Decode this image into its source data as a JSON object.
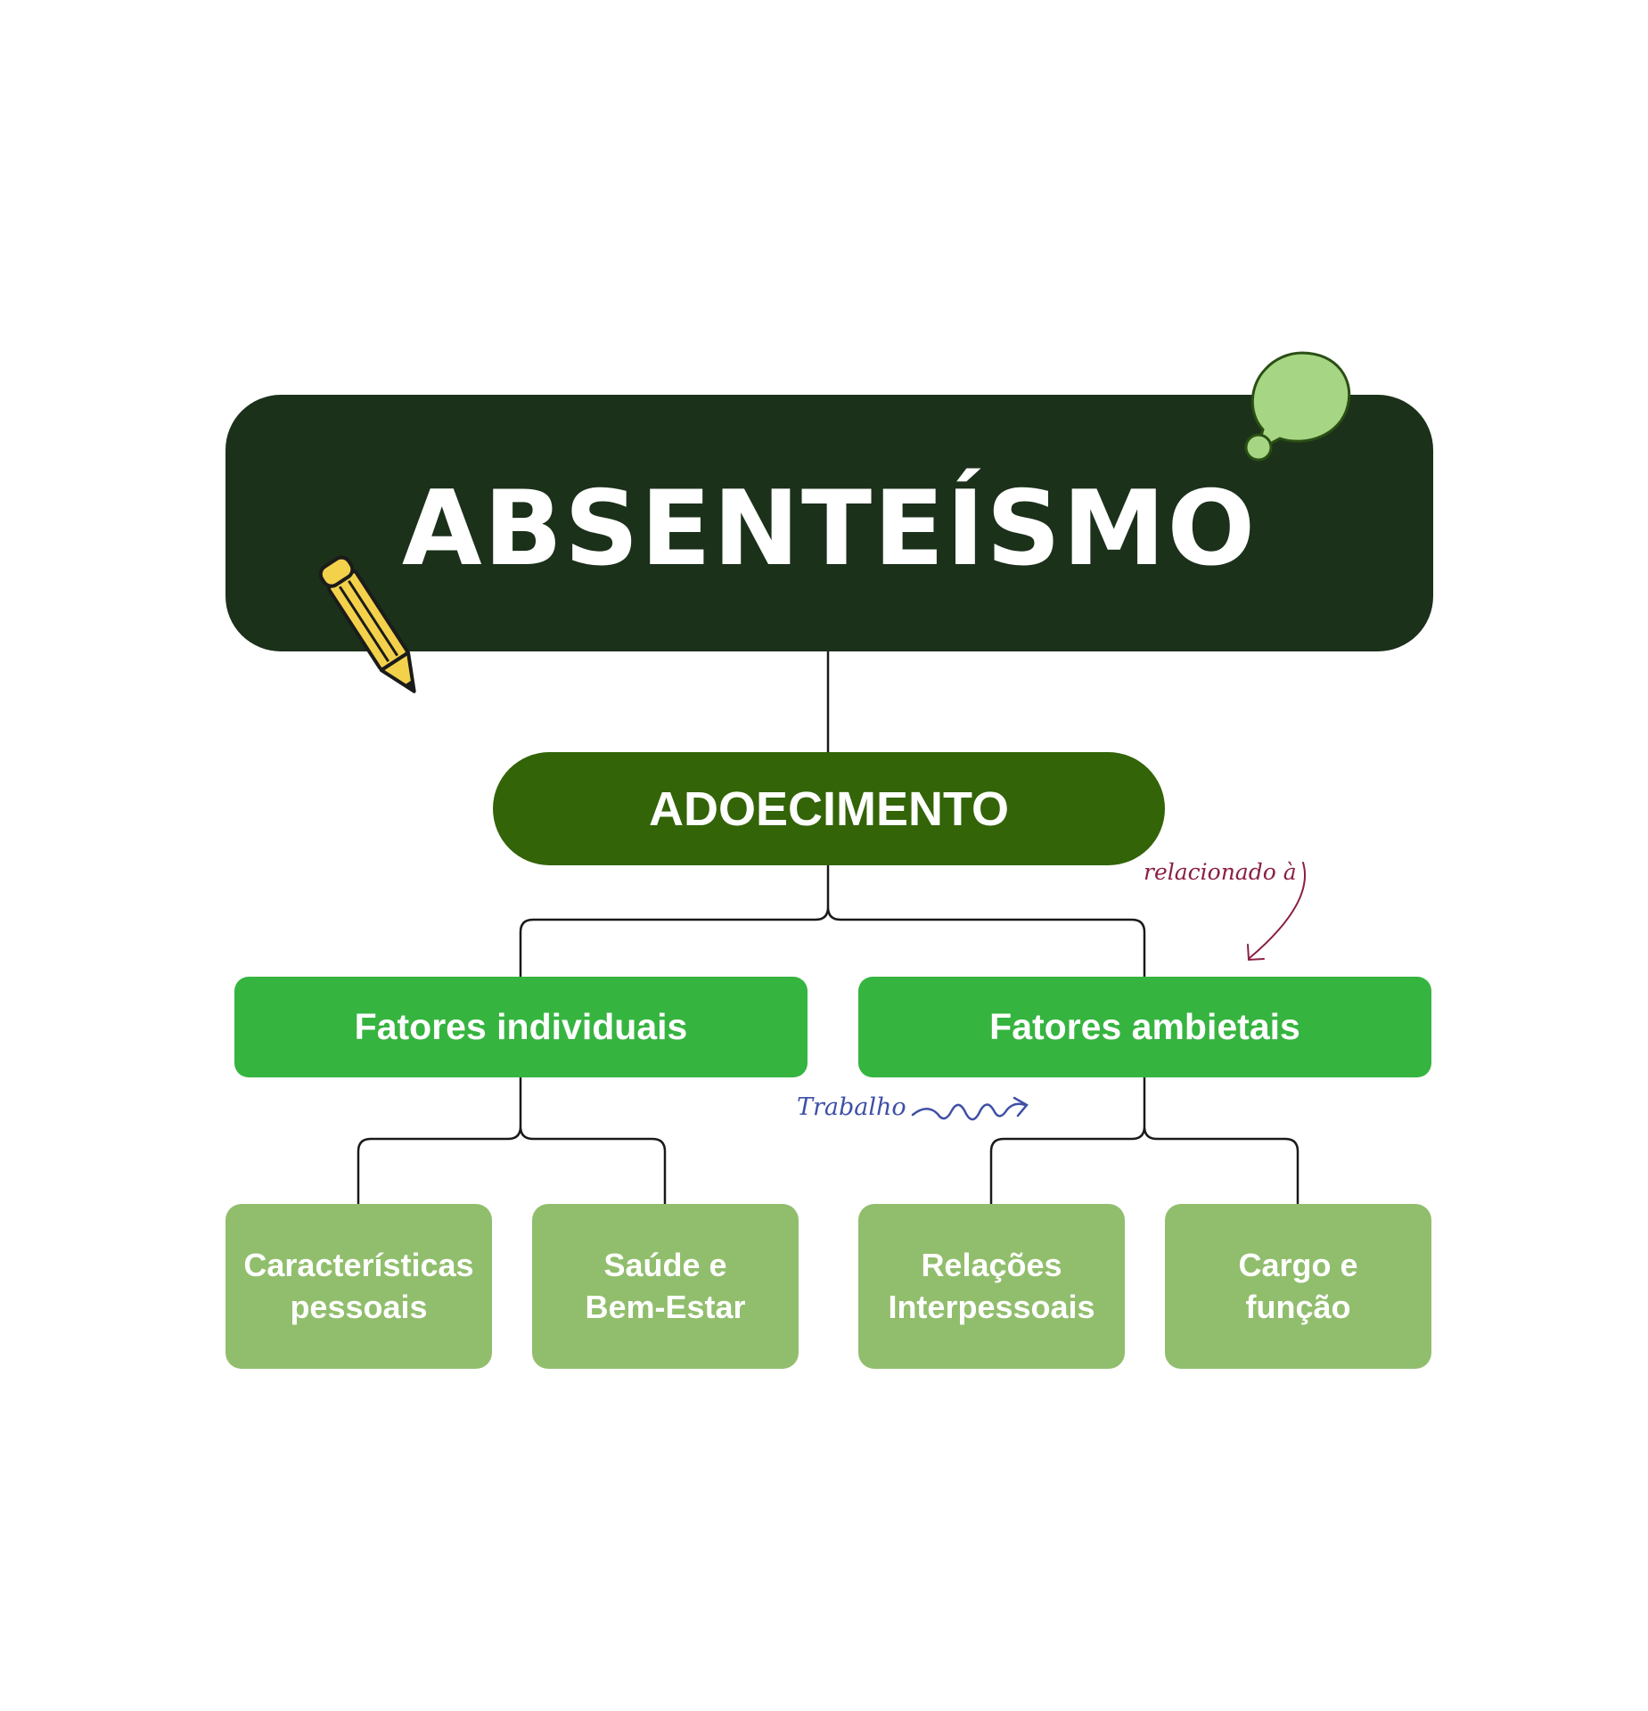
{
  "title": "ABSENTEÍSMO",
  "center_node": "ADOECIMENTO",
  "categories": [
    {
      "label": "Fatores individuais"
    },
    {
      "label": "Fatores ambietais"
    }
  ],
  "leaves": [
    {
      "label": "Características\npessoais"
    },
    {
      "label": "Saúde e\nBem-Estar"
    },
    {
      "label": "Relações\nInterpessoais"
    },
    {
      "label": "Cargo e\nfunção"
    }
  ],
  "annotations": {
    "relacionado": "relacionado à",
    "trabalho": "Trabalho"
  },
  "colors": {
    "title_bg": "#1b311a",
    "center_bg": "#336408",
    "category_bg": "#36b440",
    "leaf_bg": "#91be6d",
    "bubble": "#a6d683",
    "pencil": "#f3d14b",
    "annotation_red": "#8a1f45",
    "annotation_blue": "#3e4fa6"
  },
  "icons": [
    "thought-bubble-icon",
    "pencil-icon"
  ]
}
